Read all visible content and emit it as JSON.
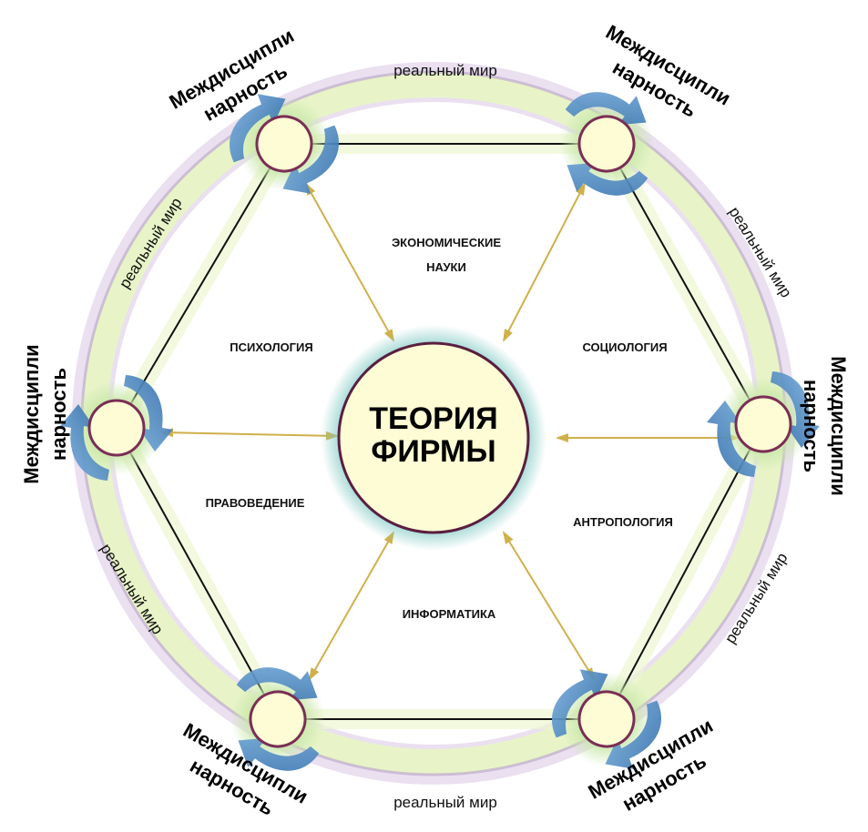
{
  "center": {
    "line1": "ТЕОРИЯ",
    "line2": "ФИРМЫ"
  },
  "nodes": [
    {
      "line1": "Междисципли",
      "line2": "нарность"
    },
    {
      "line1": "Междисципли",
      "line2": "нарность"
    },
    {
      "line1": "Междисципли",
      "line2": "нарность"
    },
    {
      "line1": "Междисципли",
      "line2": "нарность"
    },
    {
      "line1": "Междисципли",
      "line2": "нарность"
    },
    {
      "line1": "Междисципли",
      "line2": "нарность"
    }
  ],
  "ring_labels": [
    "реальный мир",
    "реальный мир",
    "реальный мир",
    "реальный мир",
    "реальный мир",
    "реальный мир"
  ],
  "sectors": {
    "economics": {
      "line1": "ЭКОНОМИЧЕСКИЕ",
      "line2": "НАУКИ"
    },
    "sociology": "СОЦИОЛОГИЯ",
    "anthropology": "АНТРОПОЛОГИЯ",
    "informatics": "ИНФОРМАТИКА",
    "law": "ПРАВОВЕДЕНИЕ",
    "psychology": "ПСИХОЛОГИЯ"
  },
  "colors": {
    "ring_fill": "#eef7d2",
    "ring_glow": "#c9b3d9",
    "arrow": "#d0b04a",
    "node_fill": "#fdfcd4",
    "node_border": "#7a2e55",
    "swirl": "#4a86c4",
    "center_glow": "#7ec9c3"
  }
}
